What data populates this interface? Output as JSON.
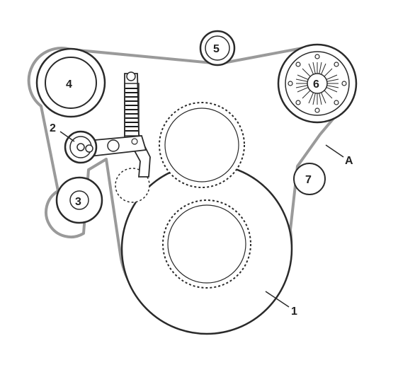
{
  "diagram": {
    "pulleys": [
      {
        "id": "1",
        "label": "1"
      },
      {
        "id": "2",
        "label": "2"
      },
      {
        "id": "3",
        "label": "3"
      },
      {
        "id": "4",
        "label": "4"
      },
      {
        "id": "5",
        "label": "5"
      },
      {
        "id": "6",
        "label": "6"
      },
      {
        "id": "7",
        "label": "7"
      }
    ],
    "callouts": [
      {
        "id": "A",
        "label": "A"
      }
    ],
    "colors": {
      "line": "#2a2a2a",
      "belt": "#9a9a9a",
      "fill": "#ffffff"
    }
  }
}
